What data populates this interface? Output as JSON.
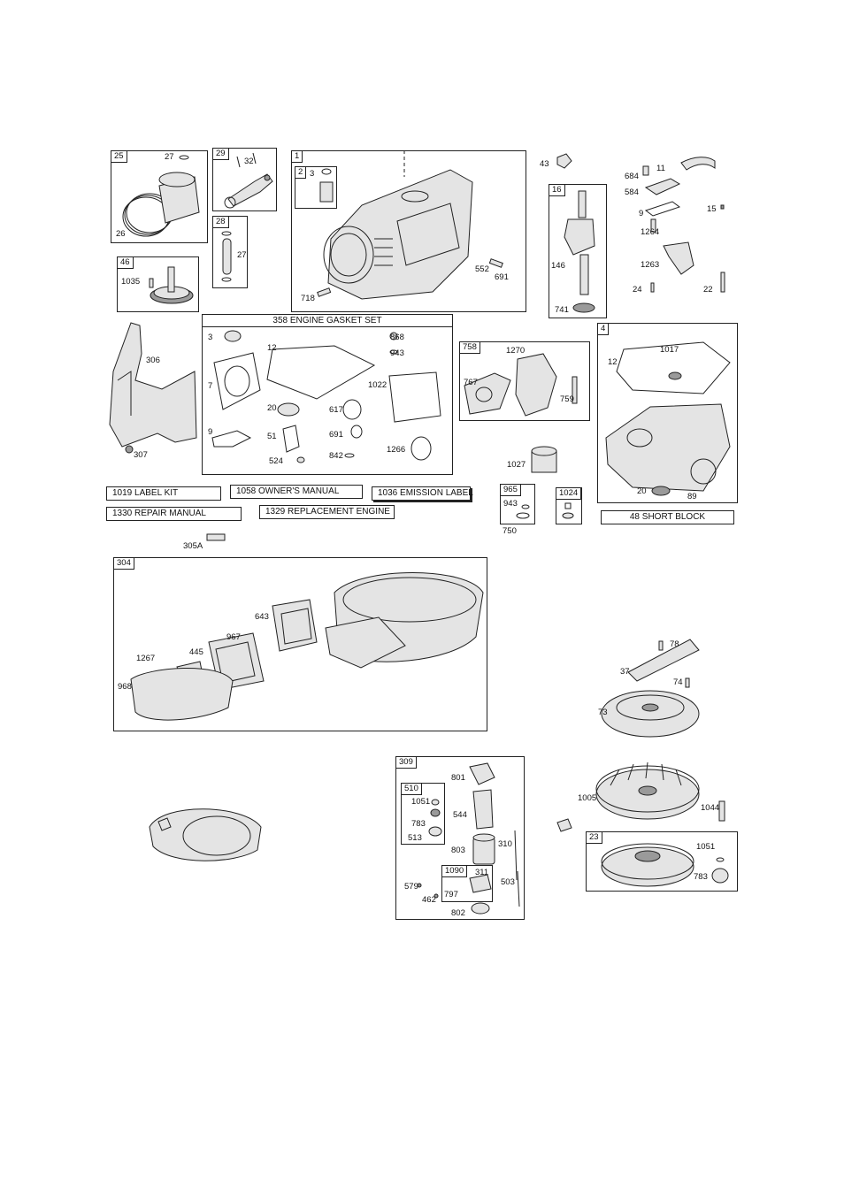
{
  "boxes": {
    "b25": "25",
    "b29": "29",
    "b1": "1",
    "b2": "2",
    "b28": "28",
    "b46": "46",
    "b16": "16",
    "b758": "758",
    "b4": "4",
    "b965": "965",
    "b1024": "1024",
    "b304": "304",
    "b309": "309",
    "b510": "510",
    "b1090": "1090",
    "b23": "23"
  },
  "gasket_set_title": "358 ENGINE GASKET SET",
  "kits": {
    "label_kit": "1019 LABEL KIT",
    "owners_manual": "1058 OWNER'S MANUAL",
    "emission_label": "1036 EMISSION LABEL",
    "repair_manual": "1330 REPAIR MANUAL",
    "replacement_engine": "1329 REPLACEMENT ENGINE",
    "short_block": "48 SHORT BLOCK"
  },
  "parts": {
    "p27a": "27",
    "p26": "26",
    "p32": "32",
    "p3a": "3",
    "p27b": "27",
    "p1035": "1035",
    "p552": "552",
    "p691a": "691",
    "p718": "718",
    "p43": "43",
    "p684": "684",
    "p11": "11",
    "p584": "584",
    "p9a": "9",
    "p15": "15",
    "p1264": "1264",
    "p146": "146",
    "p1263": "1263",
    "p24": "24",
    "p22": "22",
    "p741": "741",
    "p306": "306",
    "p307": "307",
    "g3": "3",
    "g12": "12",
    "g868": "868",
    "g943": "943",
    "g7": "7",
    "g1022": "1022",
    "g20": "20",
    "g617": "617",
    "g9": "9",
    "g51": "51",
    "g691": "691",
    "g1266": "1266",
    "g524": "524",
    "g842": "842",
    "p1270": "1270",
    "p767": "767",
    "p759": "759",
    "p1027": "1027",
    "s12": "12",
    "s1017": "1017",
    "s20": "20",
    "s89": "89",
    "k943": "943",
    "k750": "750",
    "p305a": "305A",
    "c643": "643",
    "c967": "967",
    "c445": "445",
    "c1267": "1267",
    "c968": "968",
    "f78": "78",
    "f37": "37",
    "f74": "74",
    "f73": "73",
    "m801": "801",
    "m1051": "1051",
    "m544": "544",
    "m783": "783",
    "m513": "513",
    "m803": "803",
    "m310": "310",
    "m311": "311",
    "m579": "579",
    "m797": "797",
    "m503": "503",
    "m462": "462",
    "m802": "802",
    "w1005": "1005",
    "w1044": "1044",
    "w1051": "1051",
    "w783": "783"
  },
  "colors": {
    "line": "#222222",
    "fill": "#e4e4e4",
    "dark": "#9a9a9a",
    "paper": "#ffffff"
  }
}
